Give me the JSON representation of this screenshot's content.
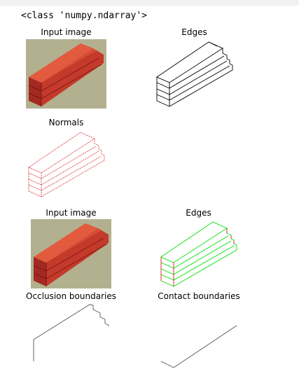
{
  "output": {
    "repr_text": "<class 'numpy.ndarray'>"
  },
  "figure1": {
    "titles": {
      "input": "Input image",
      "edges": "Edges",
      "normals": "Normals"
    }
  },
  "figure2": {
    "titles": {
      "input": "Input image",
      "edges": "Edges",
      "occlusion": "Occlusion boundaries",
      "contact": "Contact boundaries"
    }
  },
  "colors": {
    "background": "#b2b08f",
    "block_front": "#c9402d",
    "block_top": "#e35a3f",
    "block_dark": "#8d1e18",
    "edges_line": "#000000",
    "normals_line": "#e0464a",
    "edges2_green": "#00e000",
    "edges2_red": "#e02020",
    "boundary_line": "#555555"
  }
}
